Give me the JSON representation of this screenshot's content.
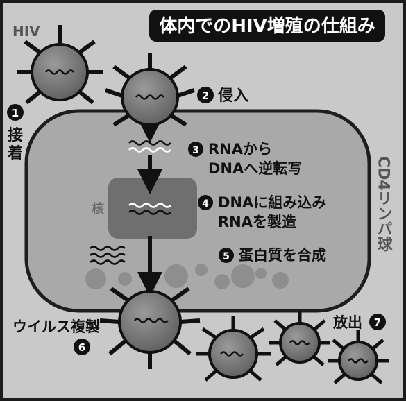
{
  "title": "体内でのHIV増殖の仕組み",
  "virus_label": "HIV",
  "cell_label": "CD4リンパ球",
  "nucleus_label": "核",
  "steps": [
    {
      "num": "1",
      "lines": [
        "接",
        "着"
      ]
    },
    {
      "num": "2",
      "lines": [
        "侵入"
      ]
    },
    {
      "num": "3",
      "lines": [
        "RNAから",
        "DNAへ逆転写"
      ]
    },
    {
      "num": "4",
      "lines": [
        "DNAに組み込み",
        "RNAを製造"
      ]
    },
    {
      "num": "5",
      "lines": [
        "蛋白質を合成"
      ]
    },
    {
      "num": "6",
      "lines": [
        "ウイルス複製"
      ]
    },
    {
      "num": "7",
      "lines": [
        "放出"
      ]
    }
  ]
}
